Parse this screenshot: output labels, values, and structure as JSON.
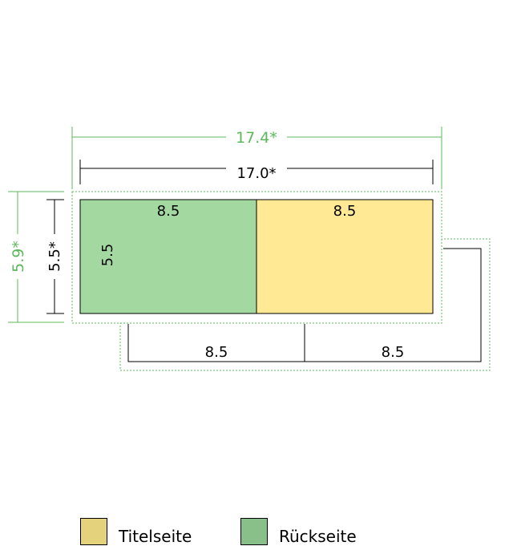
{
  "dimensions": {
    "outer_width": "17.4*",
    "outer_height": "5.9*",
    "inner_width": "17.0*",
    "inner_height": "5.5*",
    "back_panel_width": "8.5",
    "front_panel_width": "8.5",
    "panel_height": "5.5",
    "lower_left_width": "8.5",
    "lower_right_width": "8.5"
  },
  "colors": {
    "back_cover": "#a3d9a1",
    "front_cover": "#ffe994",
    "bleed_line": "#5cb85c",
    "legend_front": "#e4d27d",
    "legend_back": "#89bf88"
  },
  "legend": [
    {
      "label": "Titelseite",
      "color": "#e4d27d"
    },
    {
      "label": "Rückseite",
      "color": "#89bf88"
    }
  ]
}
